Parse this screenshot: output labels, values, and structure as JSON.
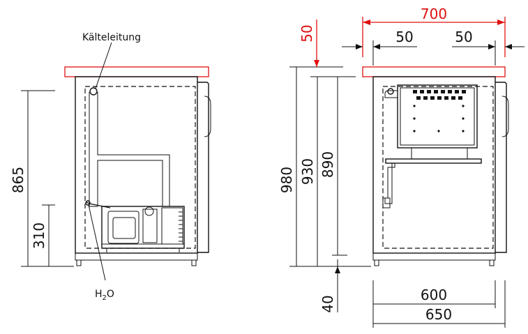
{
  "labels": {
    "refrigerant_line": "Kälteleitung",
    "water_h": "H",
    "water_sub": "2",
    "water_o": "O"
  },
  "left_view": {
    "height_total": "865",
    "height_lower": "310"
  },
  "right_view": {
    "height_980": "980",
    "height_930": "930",
    "height_890": "890",
    "foot_40": "40",
    "depth_600": "600",
    "depth_650": "650"
  },
  "top_dims": {
    "width_700": "700",
    "gap_left_50": "50",
    "gap_right_50": "50",
    "top_clearance_50": "50"
  },
  "colors": {
    "worktop": "#e01010",
    "lines": "#111111"
  }
}
